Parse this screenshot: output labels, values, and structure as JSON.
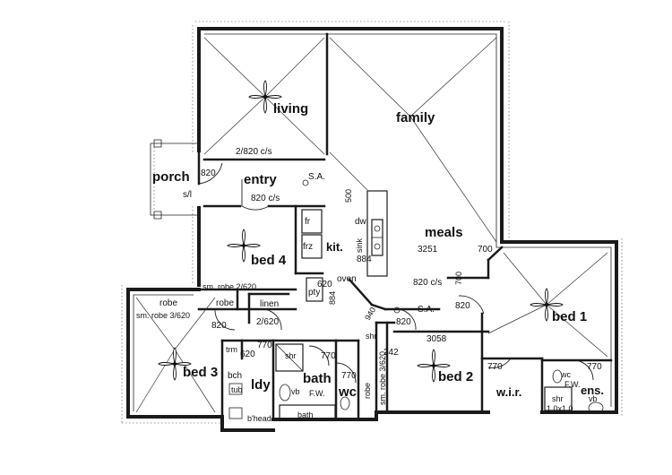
{
  "rooms": {
    "porch": "porch",
    "sl": "s/l",
    "entry": "entry",
    "living": "living",
    "family": "family",
    "meals": "meals",
    "kit": "kit.",
    "fr": "fr",
    "frz": "frz",
    "dw": "dw",
    "sink": "sink",
    "oven": "oven",
    "pty": "pty",
    "bed4": "bed 4",
    "bed1": "bed 1",
    "bed2": "bed 2",
    "bed3": "bed 3",
    "robe_a": "robe",
    "robe_b": "robe",
    "robe_c": "robe",
    "linen": "linen",
    "ldy": "ldy",
    "bath": "bath",
    "bath_tub": "bath",
    "wc": "wc",
    "wc_ens": "wc",
    "wir": "w.i.r.",
    "ens": "ens.",
    "shr": "shr",
    "shr2": "shr",
    "shr3": "shr",
    "shr_size": "1.0x1.0",
    "vb": "vb",
    "vb2": "vb",
    "fw": "F.W.",
    "fw2": "F.W.",
    "bch": "bch",
    "tub": "tub",
    "trm": "trm",
    "bhead": "b'head",
    "sa1": "S.A.",
    "sa2": "S.A."
  },
  "dimensions": {
    "d820_porch": "820",
    "d2820": "2/820 c/s",
    "d820cs_entry": "820 c/s",
    "d500": "500",
    "d3251": "3251",
    "d700a": "700",
    "d700b": "700",
    "d884": "884",
    "d620": "620",
    "d884b": "884",
    "d820cs_hall": "820 c/s",
    "d820_hall": "820",
    "d820_bed1": "820",
    "d940": "940",
    "d242": "242",
    "d3058": "3058",
    "d770_wir": "770",
    "d770_ens": "770",
    "d770_ldy": "770",
    "d770_bath": "770",
    "d770_wc": "770",
    "d620_ldy": "620",
    "d2620": "2/620",
    "d820_bed3": "820",
    "smrobe_bed4": "sm. robe 2/620",
    "smrobe_bed3": "sm. robe 3/620",
    "smrobe_bed2": "sm. robe 3/620"
  }
}
